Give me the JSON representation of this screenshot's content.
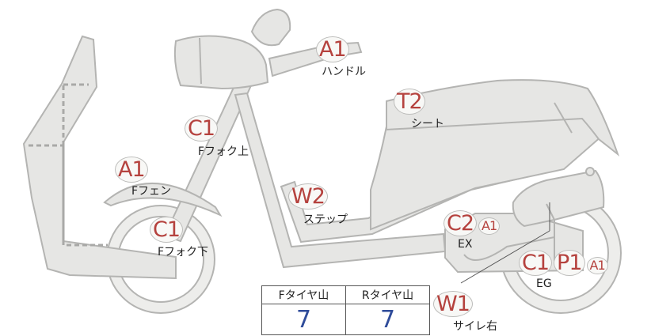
{
  "parts": [
    {
      "id": "handle",
      "code": "A1",
      "label": "ハンドル"
    },
    {
      "id": "seat",
      "code": "T2",
      "label": "シート"
    },
    {
      "id": "fork-upper",
      "code": "C1",
      "label": "Fフォク上"
    },
    {
      "id": "fender",
      "code": "A1",
      "label": "Fフェン"
    },
    {
      "id": "step",
      "code": "W2",
      "label": "ステップ"
    },
    {
      "id": "fork-lower",
      "code": "C1",
      "label": "Fフォク下"
    },
    {
      "id": "exhaust",
      "code": "C2",
      "sub": "A1",
      "label": "EX"
    },
    {
      "id": "engine",
      "code": "C1",
      "code2": "P1",
      "sub": "A1",
      "label": "EG"
    },
    {
      "id": "side-right",
      "code": "W1",
      "label": "サイレ右"
    }
  ],
  "tread_table": {
    "headers": [
      "Fタイヤ山",
      "Rタイヤ山"
    ],
    "values": [
      "7",
      "7"
    ]
  },
  "colors": {
    "code_text": "#b5423e",
    "tread_value": "#2f4c9a",
    "body_fill": "#e6e6e4",
    "outline": "#b4b4b2"
  }
}
